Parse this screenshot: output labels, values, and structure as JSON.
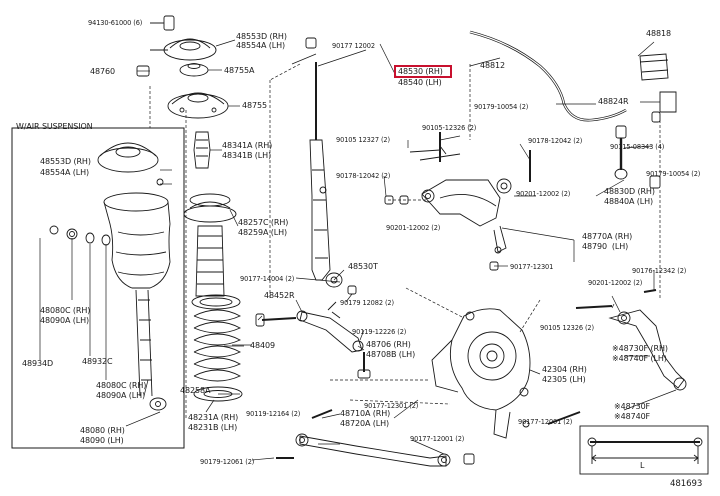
{
  "highlight_color": "#c8102e",
  "section_label": "W/AIR SUSPENSION",
  "diagram_number": "481693",
  "labels": {
    "l_94130": "94130-61000 (6)",
    "l_48553": "48553D (RH)",
    "l_48554": "48554A (LH)",
    "l_48760": "48760",
    "l_48755a": "48755A",
    "l_48755": "48755",
    "l_90177": "90177 12002",
    "l_48530": "48530 (RH)",
    "l_48540": "48540 (LH)",
    "l_48818": "48818",
    "l_48812": "48812",
    "l_90179_10054": "90179-10054 (2)",
    "l_48824r": "48824R",
    "l_90105_12327": "90105 12327 (2)",
    "l_90105_12326": "90105-12326 (2)",
    "l_90178": "90178-12042 (2)",
    "l_90115_08343": "90115-08343 (4)",
    "l_48341": "48341A (RH)",
    "l_48341b": "48341B (LH)",
    "l_90178b": "90178-12042 (2)",
    "l_90201a": "90201-12002 (2)",
    "l_48830": "48830D (RH)",
    "l_48840": "48840A (LH)",
    "l_90179b": "90179-10054 (2)",
    "l_48553air": "48553D (RH)",
    "l_48554air": "48554A (LH)",
    "l_48257": "48257C (RH)",
    "l_48259": "48259A (LH)",
    "l_90201b": "90201-12002 (2)",
    "l_48770": "48770A (RH)",
    "l_48790": "48790  (LH)",
    "l_90177_12301": "90177-12301",
    "l_48530t": "48530T",
    "l_90177_14004": "90177-14004 (2)",
    "l_90176_12342": "90176-12342 (2)",
    "l_48452": "48452R",
    "l_90179_12082": "90179 12082 (2)",
    "l_90201_12002": "90201-12002 (2)",
    "l_48080c": "48080C (RH)",
    "l_48090a": "48090A (LH)",
    "l_90119": "90119-12226 (2)",
    "l_90105_12326b": "90105 12326 (2)",
    "l_48409": "48409",
    "l_48706": "48706 (RH)",
    "l_48708": "48708B (LH)",
    "l_48730f": "※48730F (RH)",
    "l_48740f": "※48740F (LH)",
    "l_48934": "48934D",
    "l_48932": "48932C",
    "l_42304": "42304 (RH)",
    "l_42305": "42305 (LH)",
    "l_48080c2": "48080C (RH)",
    "l_48090a2": "48090A (LH)",
    "l_48258": "48258A",
    "l_48231": "48231A (RH)",
    "l_48231b": "48231B (LH)",
    "l_90119_12164": "90119-12164 (2)",
    "l_90177_12301b": "90177-12301 (2)",
    "l_90177_12001": "90177-12001 (2)",
    "l_48730": "※48730F",
    "l_48740": "※48740F",
    "l_48710": "48710A (RH)",
    "l_48720": "48720A (LH)",
    "l_90177_12001b": "90177-12001 (2)",
    "l_48080": "48080 (RH)",
    "l_48090": "48090 (LH)",
    "l_90179_12061": "90179-12061 (2)",
    "l_L": "L"
  }
}
